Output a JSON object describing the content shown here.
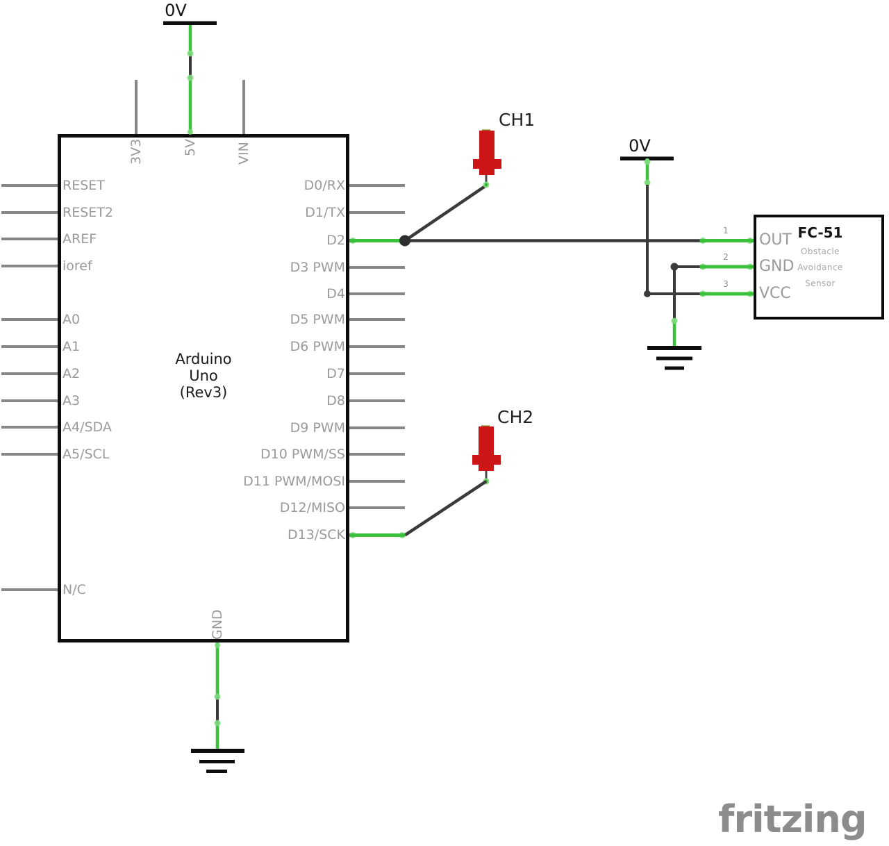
{
  "power": {
    "top_rail_label": "0V",
    "right_rail_label": "0V"
  },
  "arduino": {
    "name_lines": [
      "Arduino",
      "Uno",
      "(Rev3)"
    ],
    "top_pins": [
      "3V3",
      "5V",
      "VIN"
    ],
    "bottom_pins": [
      "GND"
    ],
    "left_pins": [
      "RESET",
      "RESET2",
      "AREF",
      "ioref",
      "A0",
      "A1",
      "A2",
      "A3",
      "A4/SDA",
      "A5/SCL",
      "N/C"
    ],
    "right_pins": [
      "D0/RX",
      "D1/TX",
      "D2",
      "D3 PWM",
      "D4",
      "D5 PWM",
      "D6 PWM",
      "D7",
      "D8",
      "D9 PWM",
      "D10 PWM/SS",
      "D11 PWM/MOSI",
      "D12/MISO",
      "D13/SCK"
    ]
  },
  "channels": {
    "ch1": "CH1",
    "ch2": "CH2"
  },
  "fc51": {
    "title": "FC-51",
    "description_lines": [
      "Obstacle",
      "Avoidance",
      "Sensor"
    ],
    "pin_numbers": [
      "1",
      "2",
      "3"
    ],
    "pin_labels": [
      "OUT",
      "GND",
      "VCC"
    ]
  },
  "branding": {
    "logo": "fritzing"
  },
  "colors": {
    "wire_green": "#3cc13c",
    "glow_green": "#7ddc7d",
    "wire_dark": "#3a3a3a",
    "pin_gray": "#878787",
    "label_gray": "#9a9a9a",
    "component_red": "#cb1517",
    "symbol_black": "#0d0d0d"
  }
}
